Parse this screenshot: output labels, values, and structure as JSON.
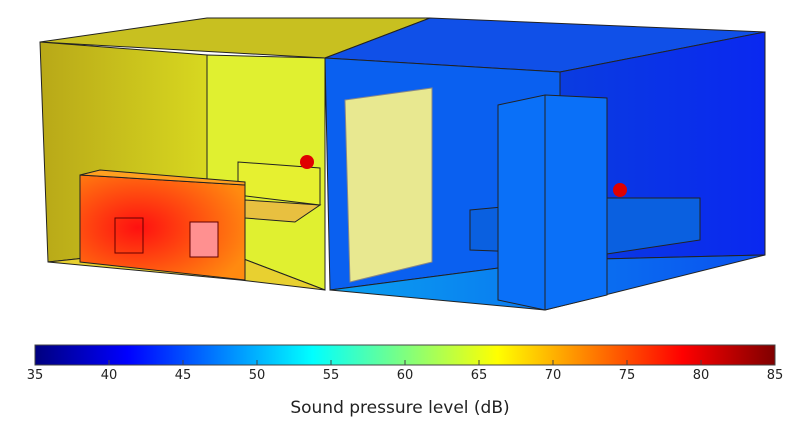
{
  "colorbar": {
    "title": "Sound pressure level (dB)",
    "min": 35,
    "max": 85,
    "ticks": [
      "35",
      "40",
      "45",
      "50",
      "55",
      "60",
      "65",
      "70",
      "75",
      "80",
      "85"
    ],
    "colors": [
      "#00007f",
      "#0000ff",
      "#007fff",
      "#00ffff",
      "#7fff7f",
      "#ffff00",
      "#ff7f00",
      "#ff0000",
      "#7f0000"
    ]
  },
  "scene": {
    "left_room_level_db": 68,
    "right_room_level_db": 45,
    "source_color": "#e00000"
  }
}
